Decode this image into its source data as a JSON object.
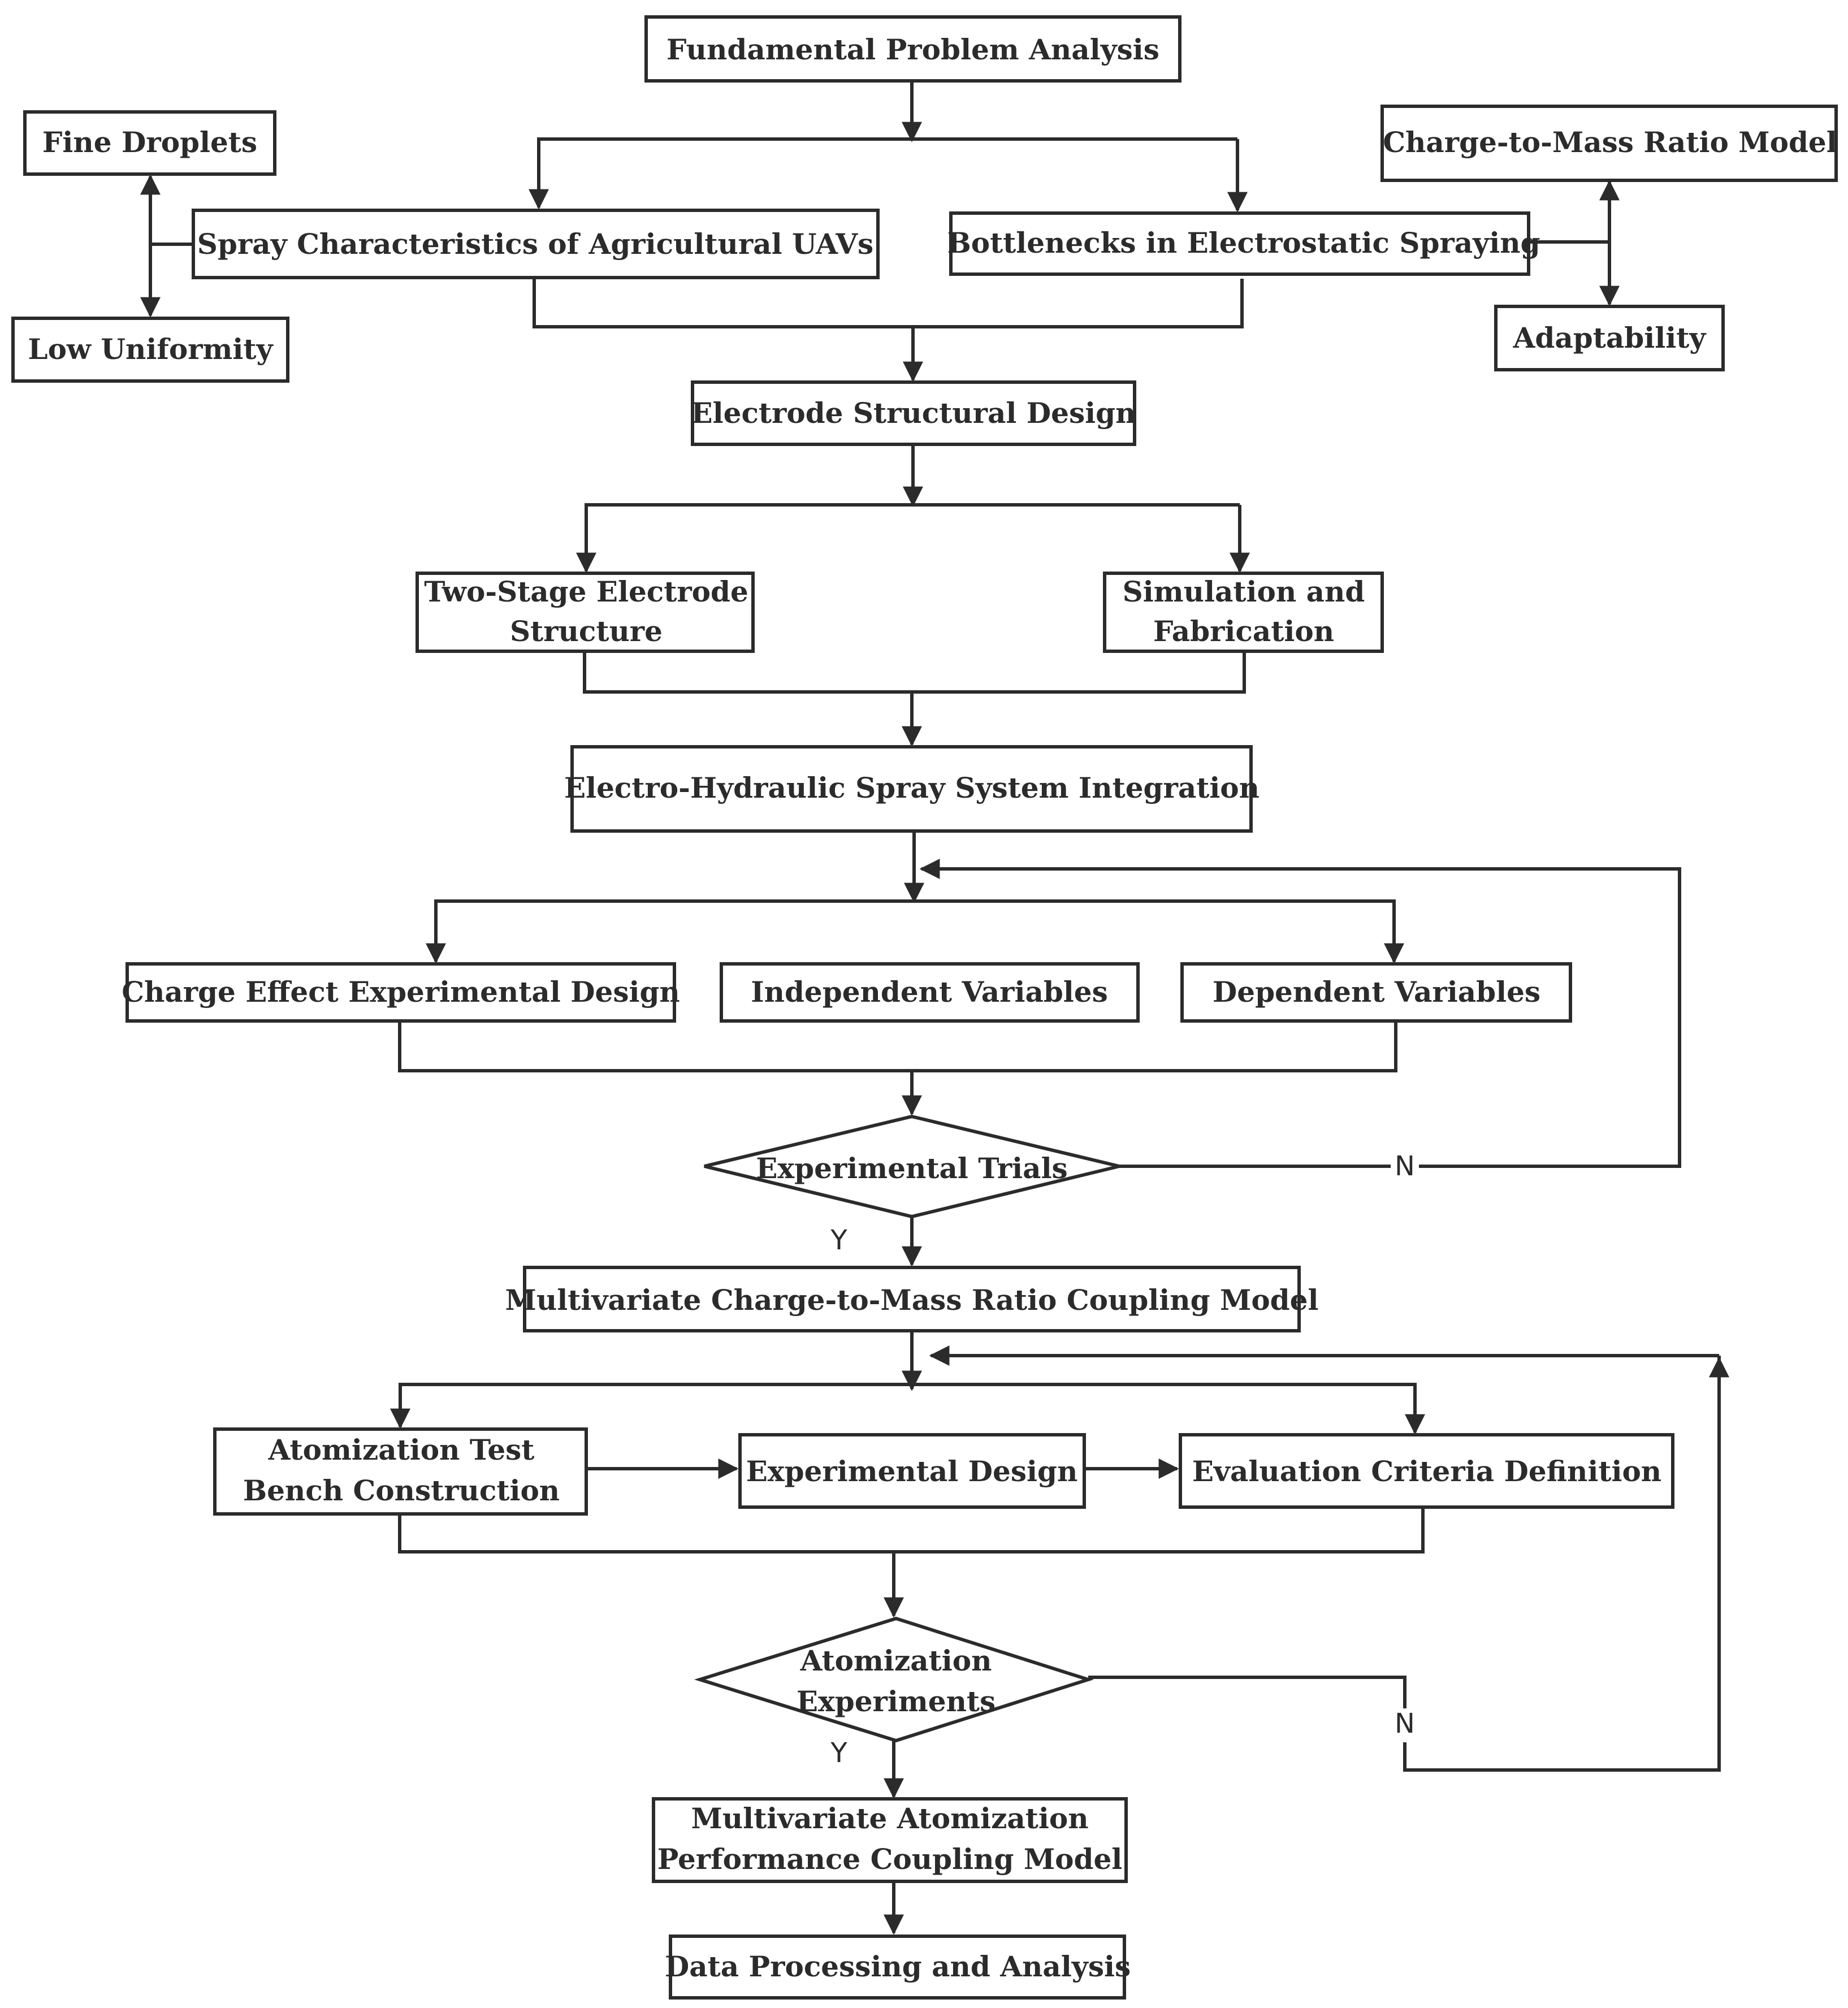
{
  "nodes": {
    "fundamental": "Fundamental Problem Analysis",
    "fine_droplets": "Fine Droplets",
    "low_uniformity": "Low Uniformity",
    "spray_characteristics": "Spray Characteristics of Agricultural UAVs",
    "bottlenecks": "Bottlenecks in Electrostatic Spraying",
    "charge_mass_model": "Charge-to-Mass Ratio Model",
    "adaptability": "Adaptability",
    "electrode_design": "Electrode Structural Design",
    "two_stage_l1": "Two-Stage Electrode",
    "two_stage_l2": "Structure",
    "simulation_l1": "Simulation and",
    "simulation_l2": "Fabrication",
    "electro_hydraulic": "Electro-Hydraulic Spray System Integration",
    "charge_effect": "Charge Effect Experimental Design",
    "independent_vars": "Independent Variables",
    "dependent_vars": "Dependent Variables",
    "experimental_trials": "Experimental Trials",
    "multivariate_cmr": "Multivariate Charge-to-Mass Ratio Coupling Model",
    "atomization_bench_l1": "Atomization Test",
    "atomization_bench_l2": "Bench Construction",
    "experimental_design": "Experimental Design",
    "evaluation_criteria": "Evaluation Criteria Definition",
    "atomization_exp_l1": "Atomization",
    "atomization_exp_l2": "Experiments",
    "multivariate_atom_l1": "Multivariate Atomization",
    "multivariate_atom_l2": "Performance Coupling Model",
    "data_processing": "Data Processing and Analysis"
  },
  "labels": {
    "trials_yes": "Y",
    "trials_no": "N",
    "atom_yes": "Y",
    "atom_no": "N"
  }
}
